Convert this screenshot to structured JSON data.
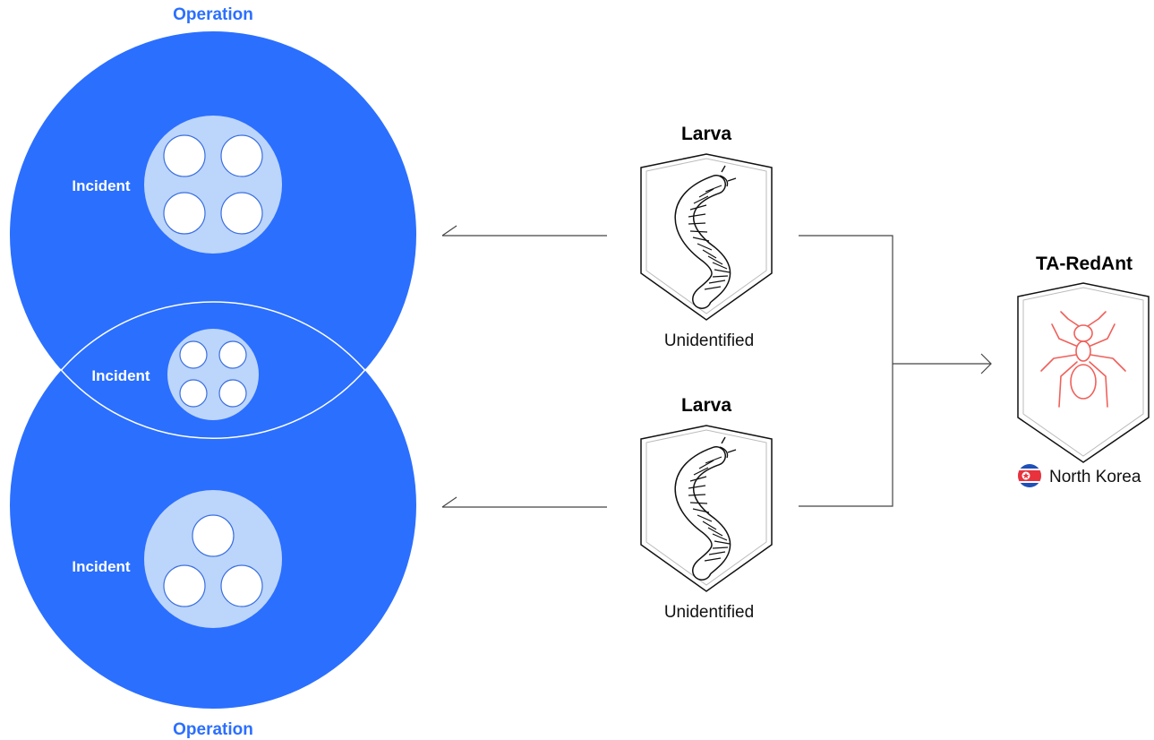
{
  "colors": {
    "operation_blue": "#2b6fff",
    "incident_fill": "#bcd5fb",
    "node_stroke": "#3a6fe0",
    "line": "#444444",
    "ant_red": "#f0605a",
    "heading_blue": "#2b6fff"
  },
  "operations": {
    "top_label": "Operation",
    "bottom_label": "Operation"
  },
  "incidents": {
    "top_label": "Incident",
    "middle_label": "Incident",
    "bottom_label": "Incident"
  },
  "larvae": [
    {
      "title": "Larva",
      "status": "Unidentified",
      "icon": "larva-icon"
    },
    {
      "title": "Larva",
      "status": "Unidentified",
      "icon": "larva-icon"
    }
  ],
  "actor": {
    "name": "TA-RedAnt",
    "country": "North Korea",
    "icon": "ant-icon",
    "flag_icon": "north-korea-flag-icon"
  }
}
